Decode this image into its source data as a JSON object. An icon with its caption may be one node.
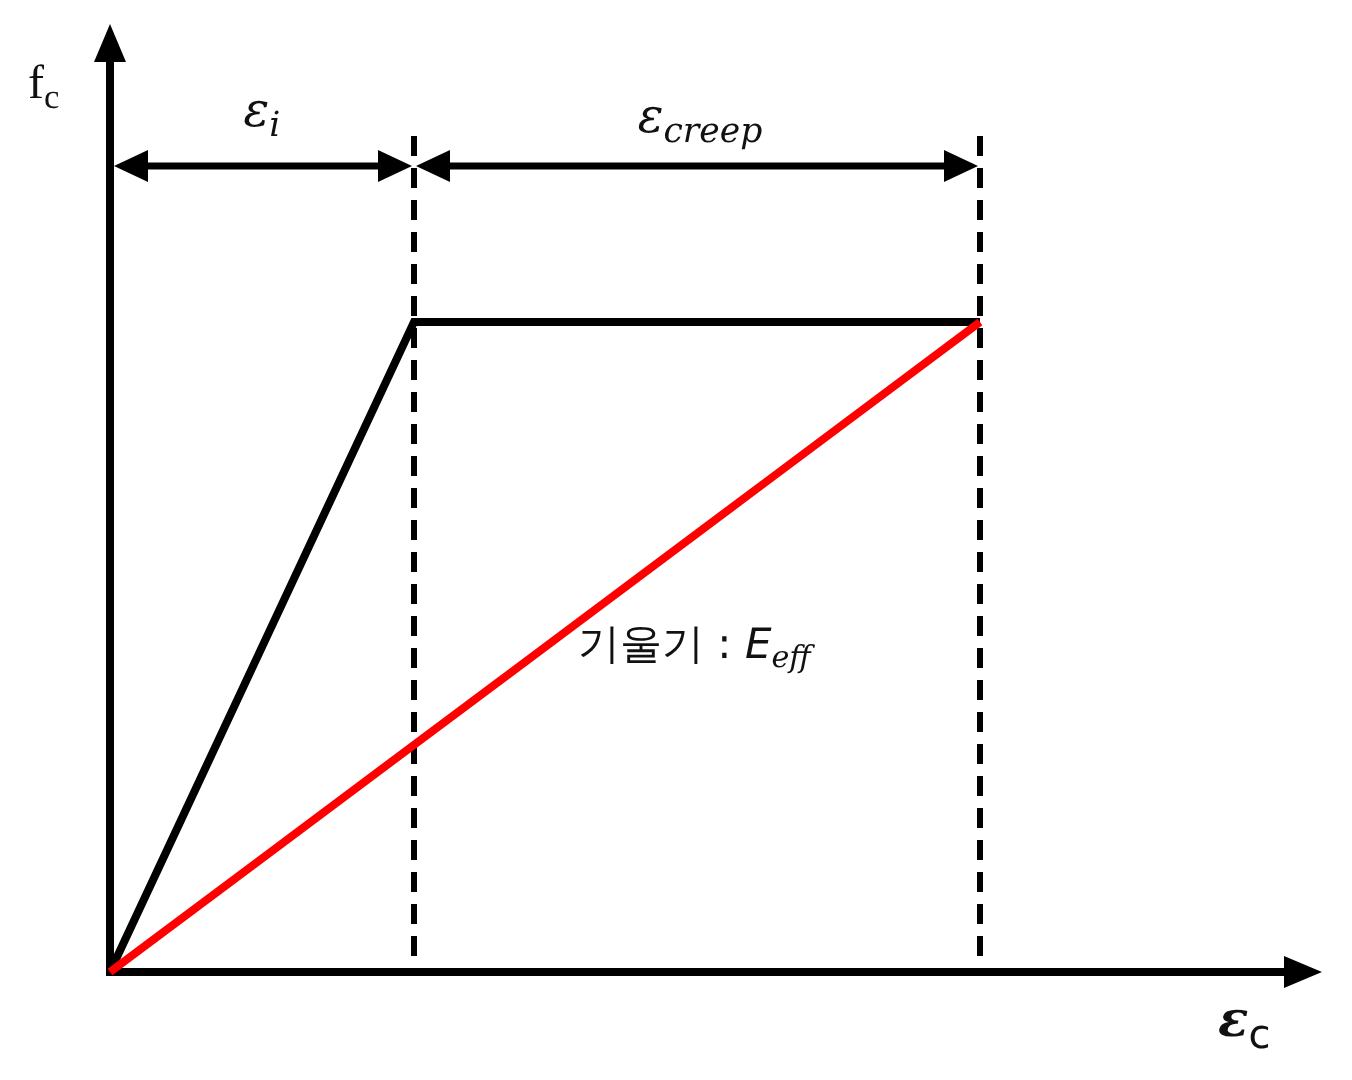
{
  "diagram": {
    "labels": [
      "f$_{c}$",
      "ε$_{i}$",
      "ε$_{creep}$",
      "기울기 : *E*$_{eff}$",
      "**ε**$_{c}$"
    ]
  }
}
